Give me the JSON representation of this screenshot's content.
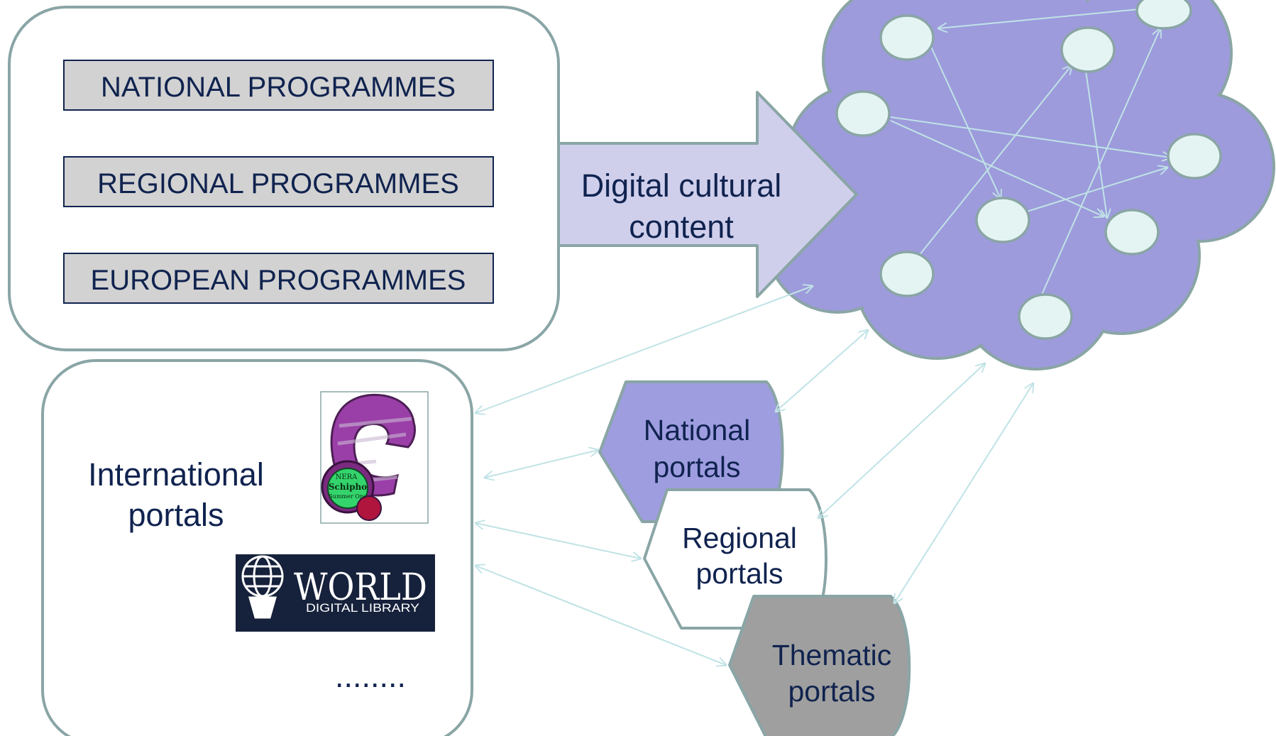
{
  "programmes": {
    "national": "NATIONAL PROGRAMMES",
    "regional": "REGIONAL PROGRAMMES",
    "european": "EUROPEAN PROGRAMMES"
  },
  "arrow": {
    "line1": "Digital cultural",
    "line2": "content"
  },
  "international": {
    "line1": "International",
    "line2": "portals",
    "logo1_name": "europeana-logo",
    "logo1_text": [
      "NERA",
      "Schipho",
      "Summer Ope"
    ],
    "logo2_big": "WORLD",
    "logo2_small": "DIGITAL LIBRARY",
    "ellipsis": "........"
  },
  "portals": {
    "national": {
      "line1": "National",
      "line2": "portals"
    },
    "regional": {
      "line1": "Regional",
      "line2": "portals"
    },
    "thematic": {
      "line1": "Thematic",
      "line2": "portals"
    }
  },
  "colors": {
    "text": "#10234f",
    "border": "#8aa5a5",
    "cloud": "#9d9bdc",
    "node": "#e3f4f2",
    "link": "#c0e3e6",
    "arrow": "#cfcfec",
    "programme_bg": "#d2d2d2",
    "national_portal": "#9e9de0",
    "regional_portal": "#ffffff",
    "thematic_portal": "#9f9f9f",
    "wdl_bg": "#16213b"
  }
}
